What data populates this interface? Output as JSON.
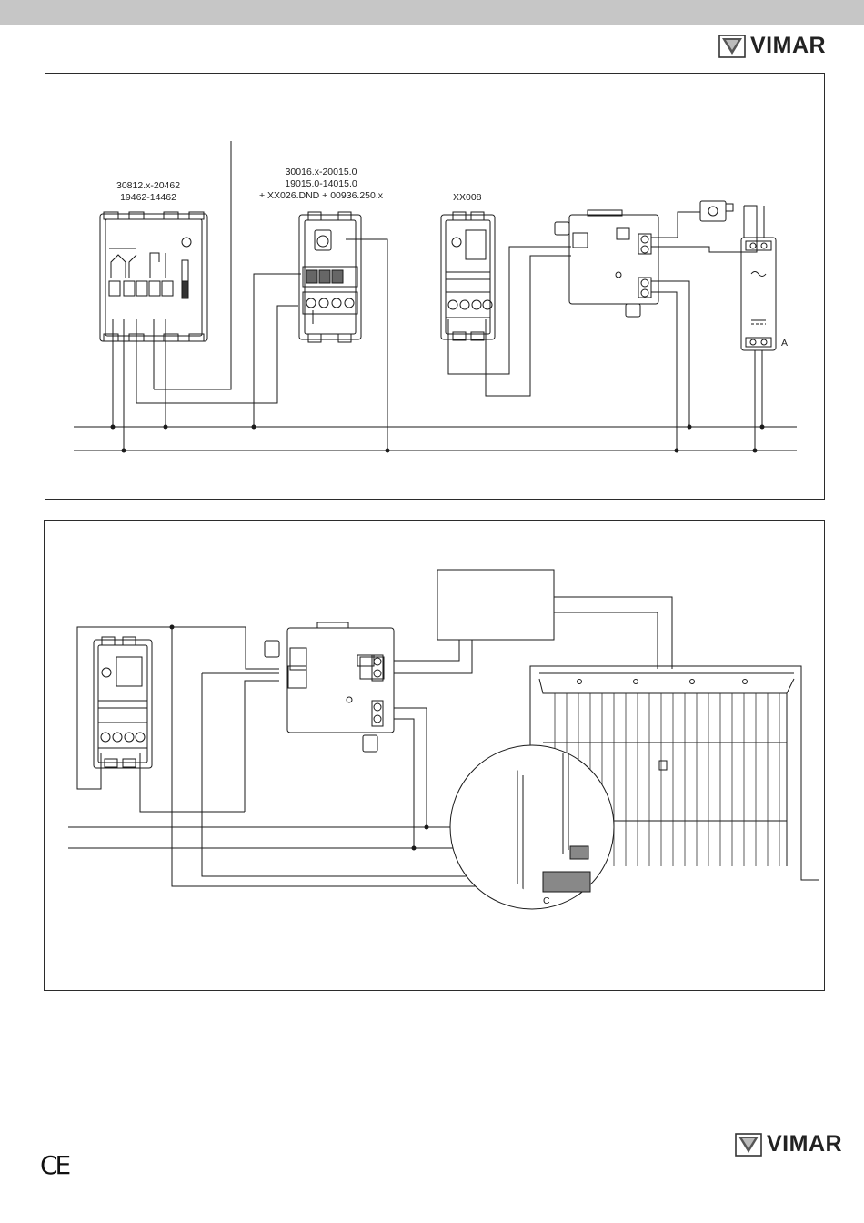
{
  "brand": {
    "name": "VIMAR",
    "logo_icon": "vimar-logo-icon"
  },
  "diagram1": {
    "device1_code_line1": "30812.x-20462",
    "device1_code_line2": "19462-14462",
    "device2_code_line1": "30016.x-20015.0",
    "device2_code_line2": "19015.0-14015.0",
    "device2_code_line3": "+ XX026.DND + 00936.250.x",
    "device3_code": "XX008",
    "power_supply_label": "A"
  },
  "diagram2": {
    "detail_label": "C"
  },
  "footer": {
    "ce_mark": "CE"
  }
}
